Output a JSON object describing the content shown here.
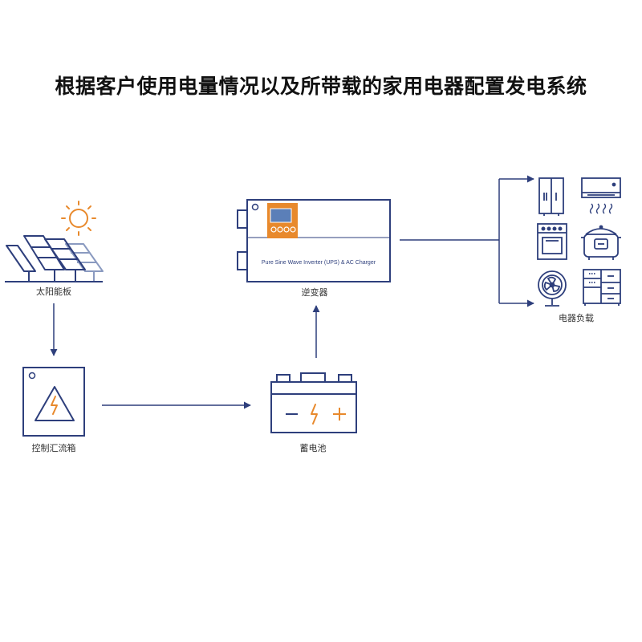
{
  "title": "根据客户使用电量情况以及所带载的家用电器配置发电系统",
  "colors": {
    "line": "#2e3f7c",
    "accent": "#e8892c",
    "screen": "#5b7fb8",
    "background": "#ffffff"
  },
  "nodes": {
    "solar_panel": {
      "label": "太阳能板",
      "icon": "solar-panel-icon"
    },
    "inverter": {
      "label": "逆变器",
      "panel_text": "Pure Sine Wave Inverter (UPS) & AC Charger",
      "icon": "inverter-icon"
    },
    "appliances": {
      "label": "电器负载",
      "icon": "appliances-icon"
    },
    "controller": {
      "label": "控制汇流箱",
      "icon": "combiner-box-icon"
    },
    "battery": {
      "label": "蓄电池",
      "icon": "battery-icon"
    }
  },
  "appliance_icons": [
    "fridge-icon",
    "air-conditioner-icon",
    "oven-icon",
    "rice-cooker-icon",
    "fan-icon",
    "cabinet-icon"
  ]
}
